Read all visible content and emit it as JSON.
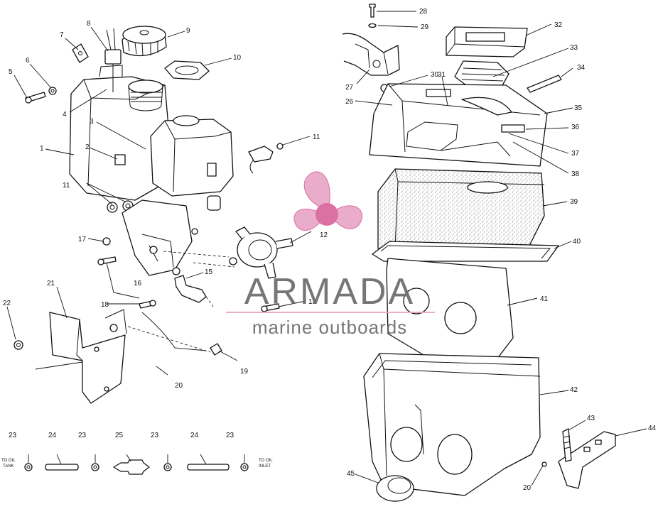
{
  "callouts": {
    "n1": "1",
    "n2": "2",
    "n3": "3",
    "n4": "4",
    "n5": "5",
    "n6": "6",
    "n7": "7",
    "n8": "8",
    "n9": "9",
    "n10": "10",
    "n11a": "11",
    "n11b": "11",
    "n12": "12",
    "n13": "13",
    "n15": "15",
    "n16": "16",
    "n17": "17",
    "n18": "18",
    "n19": "19",
    "n20a": "20",
    "n20b": "20",
    "n21": "21",
    "n22": "22",
    "n23a": "23",
    "n23b": "23",
    "n23c": "23",
    "n23d": "23",
    "n24a": "24",
    "n24b": "24",
    "n25": "25",
    "n26": "26",
    "n27": "27",
    "n28": "28",
    "n29": "29",
    "n30": "30",
    "n31": "31",
    "n32": "32",
    "n33": "33",
    "n34": "34",
    "n35": "35",
    "n36": "36",
    "n37": "37",
    "n38": "38",
    "n39": "39",
    "n40": "40",
    "n41": "41",
    "n42": "42",
    "n43": "43",
    "n44": "44",
    "n45": "45"
  },
  "labels": {
    "to_oil_tank_1": "TO OIL",
    "to_oil_tank_2": "TANK",
    "to_oil_inlet_1": "TO OIL",
    "to_oil_inlet_2": "INLET"
  },
  "watermark": {
    "brand": "ARMADA",
    "tagline": "marine outboards",
    "brand_color": "#6b6b6b",
    "accent_color": "#e8a6c6",
    "accent_dark": "#d9649b"
  }
}
